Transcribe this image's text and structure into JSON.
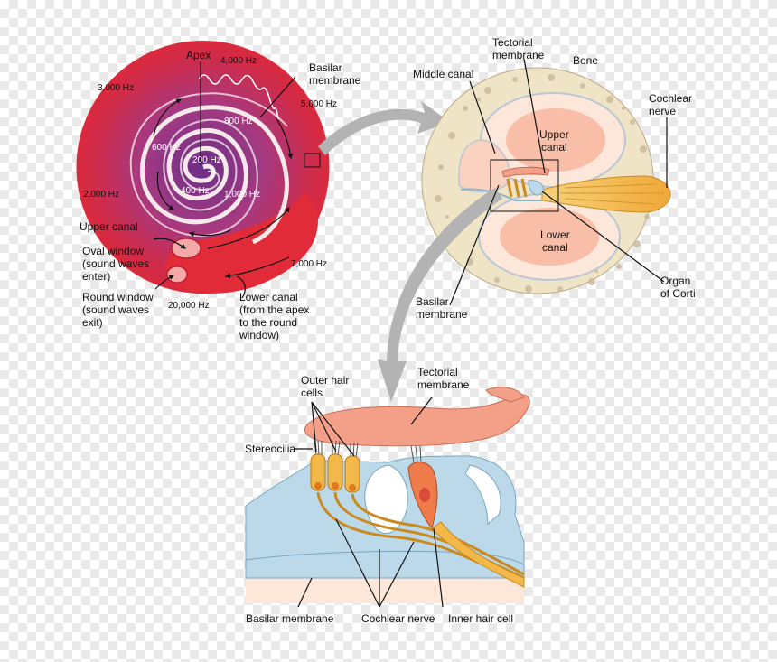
{
  "spiral": {
    "apex": "Apex",
    "basilar_membrane": "Basilar\nmembrane",
    "upper_canal": "Upper canal",
    "oval_window": "Oval window\n(sound waves\nenter)",
    "round_window": "Round window\n(sound waves\nexit)",
    "lower_canal": "Lower canal\n(from the apex\nto the round\nwindow)",
    "freq": {
      "f4000": "4,000 Hz",
      "f3000": "3,000 Hz",
      "f5000": "5,000 Hz",
      "f800": "800 Hz",
      "f600": "600 Hz",
      "f200": "200 Hz",
      "f400": "400 Hz",
      "f1000": "1,000 Hz",
      "f2000": "2,000 Hz",
      "f7000": "7,000 Hz",
      "f20000": "20,000 Hz"
    }
  },
  "cross": {
    "tectorial": "Tectorial\nmembrane",
    "bone": "Bone",
    "middle_canal": "Middle canal",
    "cochlear_nerve": "Cochlear\nnerve",
    "upper_canal": "Upper\ncanal",
    "lower_canal": "Lower\ncanal",
    "basilar": "Basilar\nmembrane",
    "organ": "Organ\nof Corti"
  },
  "corti": {
    "outer_hair": "Outer hair\ncells",
    "tectorial": "Tectorial\nmembrane",
    "stereocilia": "Stereocilia",
    "basilar": "Basilar membrane",
    "cochlear_nerve": "Cochlear nerve",
    "inner_hair": "Inner hair cell"
  },
  "colors": {
    "spiral_red": "#d9223a",
    "spiral_purple": "#7d3c8f",
    "bone": "#efe4c6",
    "canal_pink": "#f7b49a",
    "nerve_orange": "#f3b84a",
    "tectorial_salmon": "#f4a088",
    "corti_blue": "#bcd9ea",
    "arrow_gray": "#b3b3b3"
  }
}
